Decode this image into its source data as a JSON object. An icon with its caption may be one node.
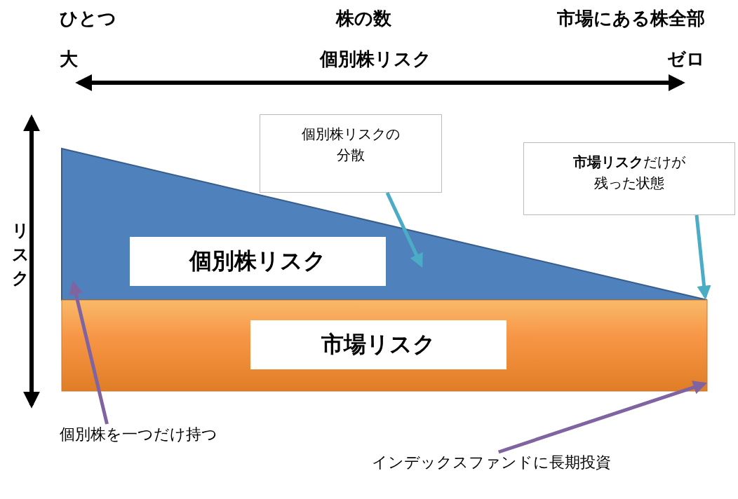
{
  "diagram": {
    "nodes": [
      {
        "text": [],
        "shape": "triangle"
      },
      {
        "text": [
          "個別株リスク"
        ],
        "in": 0
      },
      {
        "text": [],
        "shape": "bar"
      },
      {
        "text": [
          "市場リスク"
        ],
        "in": 2
      },
      {
        "text": [
          "個別株リスクの分散"
        ]
      },
      {
        "text": [
          "**市場リスク**だけが残った状態"
        ]
      },
      {
        "text": [
          "個別株を一つだけ持つ"
        ]
      },
      {
        "text": [
          "インデックスファンドに長期投資"
        ]
      }
    ],
    "edges": [
      {
        "from": 4,
        "to": 0,
        "arrow": "to",
        "color": "#4bacc6"
      },
      {
        "from": 5,
        "to": 0,
        "arrow": "to",
        "color": "#4bacc6"
      },
      {
        "from": 6,
        "to": 0,
        "arrow": "to",
        "color": "#8064a2"
      },
      {
        "from": 7,
        "to": 2,
        "arrow": "to",
        "color": "#8064a2"
      }
    ],
    "labels": [
      "ひとつ",
      "株の数",
      "市場にある株全部",
      "大",
      "個別株リスク",
      "ゼロ",
      "リスク"
    ]
  }
}
